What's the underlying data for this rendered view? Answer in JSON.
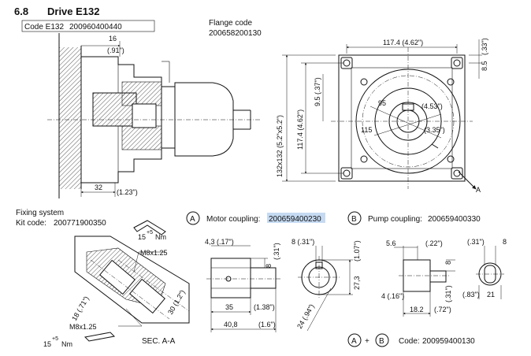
{
  "section": {
    "number": "6.8",
    "title": "Drive E132"
  },
  "drive_code": {
    "label": "Code E132",
    "value": "200960400440"
  },
  "flange": {
    "label": "Flange code",
    "code": "200658200130"
  },
  "fixing": {
    "label": "Fixing system",
    "kit_label": "Kit code:",
    "kit_code": "200771900350"
  },
  "motor_coupling": {
    "marker": "A",
    "label": "Motor coupling:",
    "code": "200659400230"
  },
  "pump_coupling": {
    "marker": "B",
    "label": "Pump coupling:",
    "code": "200659400330"
  },
  "combo": {
    "marker_a": "A",
    "plus": "+",
    "marker_b": "B",
    "label": "Code:",
    "code": "200959400130"
  },
  "section_label": "SEC. A-A",
  "view_marker": "A",
  "torque": {
    "value": "15",
    "tolerance": "+5",
    "unit": "Nm"
  },
  "thread": "M8x1.25",
  "dims_side": [
    "16",
    "(.91\")",
    "32",
    "(1.23\")"
  ],
  "dims_flange": {
    "top": "117.4  (4.62\")",
    "right_top": "8.5",
    "right_top_in": "(.33\")",
    "left_outer": "132x132  (5.2\"x5.2\")",
    "left_inner": "117.4  (4.62\")",
    "left_small": "9.5  (.37\")",
    "d95": "95",
    "d453": "(4.53\")",
    "d115": "115",
    "d335": "(3.35\")"
  },
  "dims_fixing": [
    "18 (.71\")",
    "30 (1.2\")"
  ],
  "dims_a_side": [
    "4,3  (.17\")",
    "8",
    "(.31\")",
    "35",
    "(1.38\")",
    "40,8",
    "(1.6\")"
  ],
  "dims_a_end": [
    "8 (.31\")",
    "27,3",
    "(1.07\")",
    "24 (.94\")"
  ],
  "dims_b_side": [
    "5.6",
    "(.22\")",
    "8",
    "(.31\")",
    "4 (.16\")",
    "18.2",
    "(.72\")"
  ],
  "dims_b_end": [
    "(.31\")",
    "8",
    "(.83\")",
    "21"
  ]
}
